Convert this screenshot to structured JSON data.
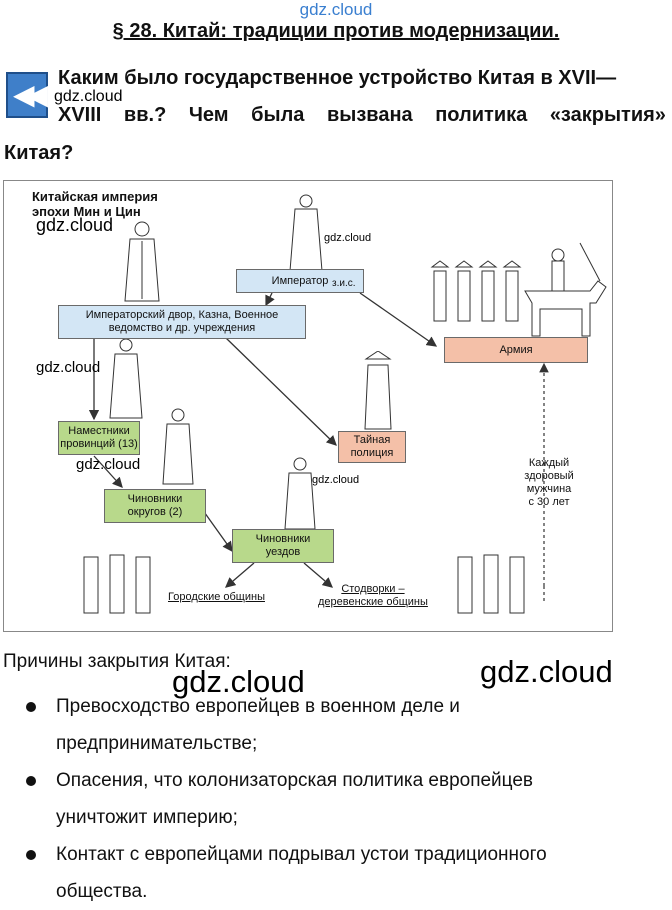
{
  "watermark_text": "gdz.cloud",
  "title": "§ 28. Китай: традиции против модернизации.",
  "question_lines": [
    "Каким было государственное устройство Китая в XVII—",
    "XVIII вв.? Чем была вызвана политика «закрытия»",
    "Китая?"
  ],
  "question_line2_words": [
    "XVIII",
    "вв.?",
    "Чем",
    "была",
    "вызвана",
    "политика",
    "«закрытия»"
  ],
  "diagram": {
    "heading": [
      "Китайская империя",
      "эпохи Мин и Цин"
    ],
    "nodes": {
      "emperor": "Император",
      "emperor_note": "з.и.с.",
      "court": [
        "Императорский двор, Казна, Военное",
        "ведомство и др. учреждения"
      ],
      "army": "Армия",
      "governors": [
        "Наместники",
        "провинций (13)"
      ],
      "secret_police": [
        "Тайная",
        "полиция"
      ],
      "district_officials": [
        "Чиновники",
        "округов (2)"
      ],
      "county_officials": [
        "Чиновники",
        "уездов"
      ],
      "city_communities": "Городские общины",
      "village_communities": [
        "Стодворки –",
        "деревенские общины"
      ],
      "recruit_note": [
        "Каждый",
        "здоровый",
        "мужчина",
        "с 30 лет"
      ]
    }
  },
  "reasons_heading": "Причины закрытия Китая:",
  "bullets": [
    [
      "Превосходство европейцев в военном деле и",
      "предпринимательстве;"
    ],
    [
      "Опасения, что колонизаторская политика европейцев",
      "уничтожит империю;"
    ],
    [
      "Контакт с европейцами подрывал устои традиционного",
      "общества."
    ]
  ],
  "colors": {
    "blue_box": "#d3e6f5",
    "green_box": "#b8d98b",
    "pink_box": "#f4c0a8",
    "back_button": "#3f7fc9"
  }
}
